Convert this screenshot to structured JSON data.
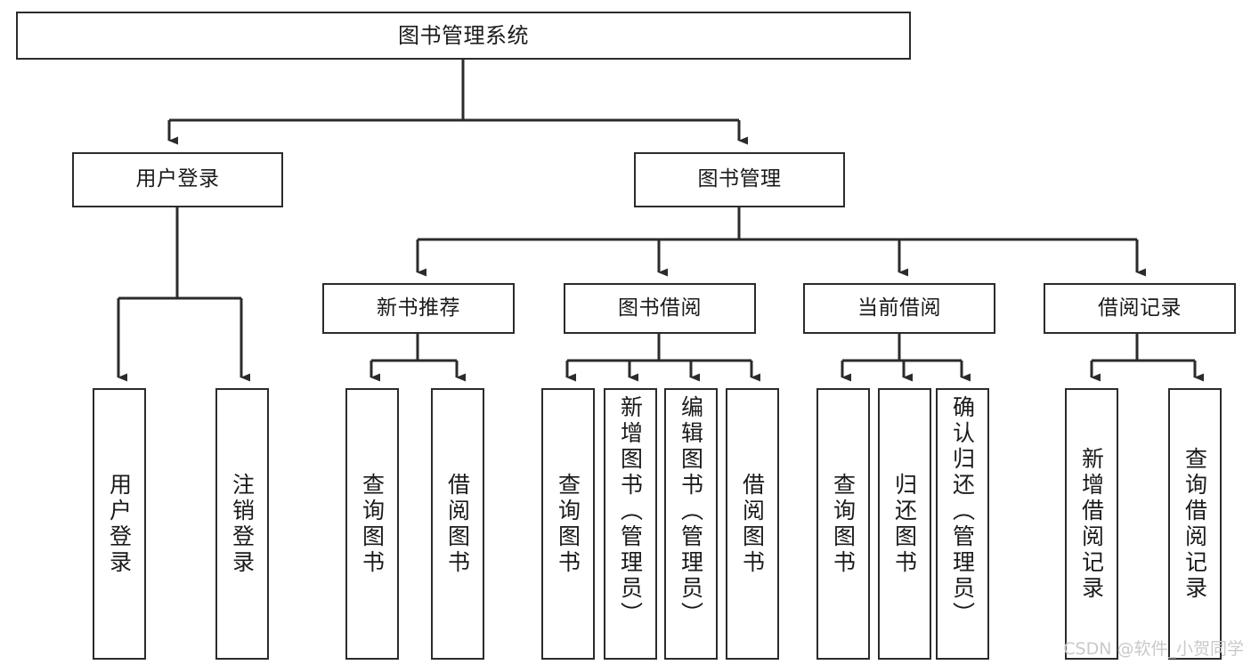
{
  "diagram": {
    "title": "图书管理系统",
    "watermark": "CSDN @软件_小贺同学",
    "accent_color": "#2b2b2b",
    "background_color": "#ffffff",
    "nodes": {
      "root": {
        "label": "图书管理系统"
      },
      "level2": [
        {
          "label": "用户登录"
        },
        {
          "label": "图书管理"
        }
      ],
      "level3": [
        {
          "label": "新书推荐"
        },
        {
          "label": "图书借阅"
        },
        {
          "label": "当前借阅"
        },
        {
          "label": "借阅记录"
        }
      ],
      "leaves": {
        "user_login": [
          {
            "label": "用户登录"
          },
          {
            "label": "注销登录"
          }
        ],
        "new_book_recommend": [
          {
            "label": "查询图书"
          },
          {
            "label": "借阅图书"
          }
        ],
        "book_borrow": [
          {
            "label": "查询图书"
          },
          {
            "label": "新增图书（管理员）"
          },
          {
            "label": "编辑图书（管理员）"
          },
          {
            "label": "借阅图书"
          }
        ],
        "current_borrow": [
          {
            "label": "查询图书"
          },
          {
            "label": "归还图书"
          },
          {
            "label": "确认归还（管理员）"
          }
        ],
        "borrow_record": [
          {
            "label": "新增借阅记录"
          },
          {
            "label": "查询借阅记录"
          }
        ]
      }
    }
  }
}
